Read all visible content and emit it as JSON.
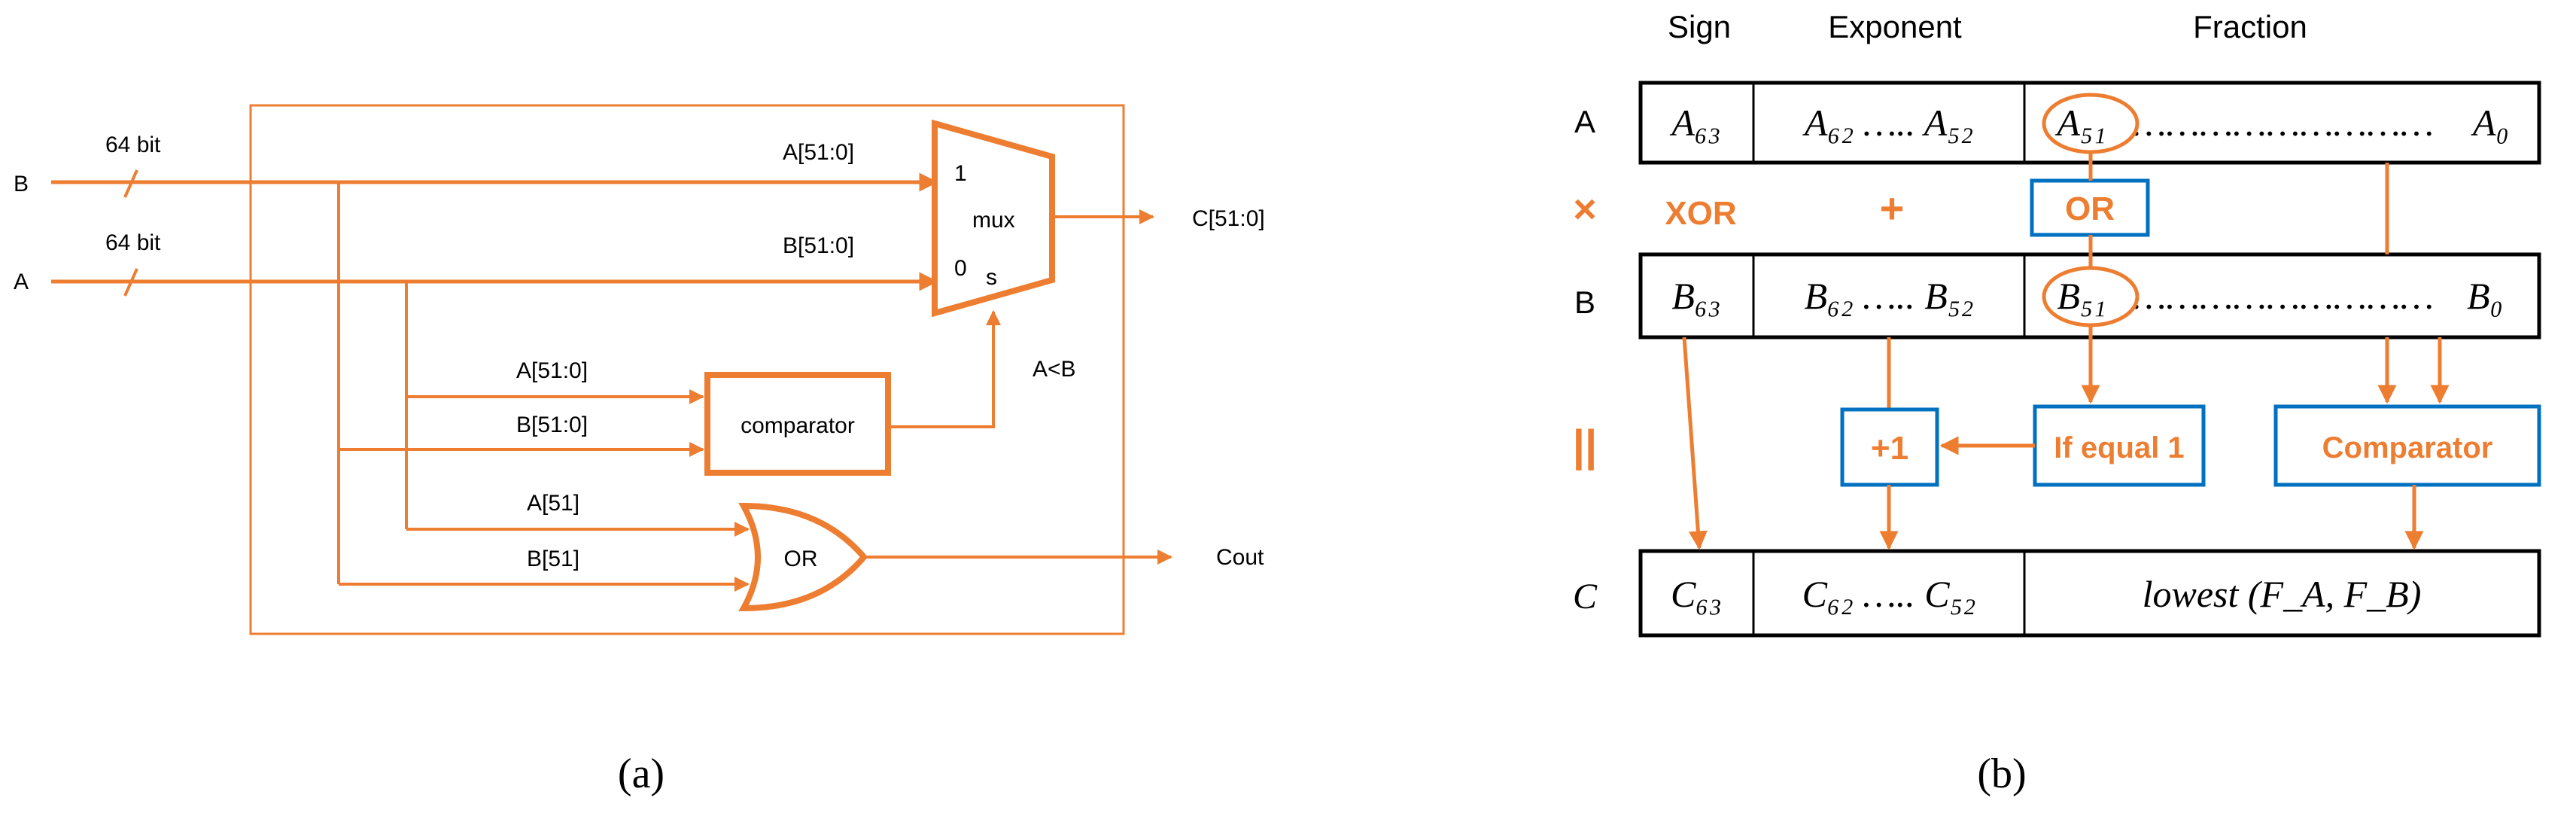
{
  "colors": {
    "accent": "#ED7D31",
    "box_blue": "#0070C0",
    "ink": "#000000"
  },
  "panel_a": {
    "caption": "(a)",
    "inputs": {
      "b_label": "B",
      "a_label": "A",
      "b_width": "64 bit",
      "a_width": "64 bit"
    },
    "mux": {
      "label": "mux",
      "in1": "1",
      "in0": "0",
      "sel": "s",
      "in1_signal": "A[51:0]",
      "in0_signal": "B[51:0]",
      "output": "C[51:0]"
    },
    "comparator": {
      "label": "comparator",
      "in_top": "A[51:0]",
      "in_bottom": "B[51:0]",
      "output": "A<B"
    },
    "or_gate": {
      "label": "OR",
      "in_top": "A[51]",
      "in_bottom": "B[51]",
      "output": "Cout"
    }
  },
  "panel_b": {
    "caption": "(b)",
    "headers": {
      "sign": "Sign",
      "exponent": "Exponent",
      "fraction": "Fraction"
    },
    "rows": {
      "a": {
        "label": "A",
        "sign": "A₆₃",
        "exponent": "A₆₂ ….. A₅₂",
        "fraction_msb": "A₅₁",
        "fraction_dots": "………………………",
        "fraction_lsb": "A₀"
      },
      "b": {
        "label": "B",
        "sign": "B₆₃",
        "exponent": "B₆₂ ….. B₅₂",
        "fraction_msb": "B₅₁",
        "fraction_dots": "………………………",
        "fraction_lsb": "B₀"
      },
      "c": {
        "label": "C",
        "sign": "C₆₃",
        "exponent": "C₆₂ ….. C₅₂",
        "fraction": "lowest (F_A, F_B)"
      }
    },
    "ops": {
      "row_op": "×",
      "sign_op": "XOR",
      "exp_op": "+",
      "frac_op": "OR",
      "cat_op": "||"
    },
    "boxes": {
      "plus_one": "+1",
      "if_equal": "If equal 1",
      "comparator": "Comparator"
    }
  }
}
